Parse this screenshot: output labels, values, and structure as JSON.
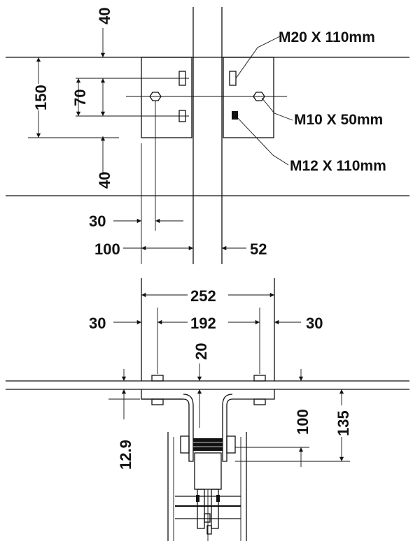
{
  "plan_view": {
    "bolt_labels": {
      "m20": "M20 X 110mm",
      "m10": "M10 X 50mm",
      "m12": "M12 X 110mm"
    },
    "dims": {
      "top_40": "40",
      "height_150": "150",
      "spacing_70": "70",
      "bottom_40": "40",
      "offset_30": "30",
      "width_100": "100",
      "width_52": "52"
    }
  },
  "elevation_view": {
    "dims": {
      "width_252": "252",
      "edge_left_30": "30",
      "spacing_192": "192",
      "edge_right_30": "30",
      "depth_20": "20",
      "flange_12_9": "12.9",
      "height_100": "100",
      "height_135": "135"
    }
  }
}
